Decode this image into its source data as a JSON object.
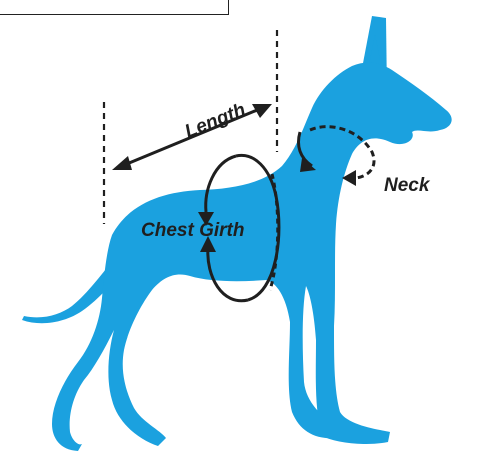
{
  "diagram": {
    "labels": {
      "length": "Length",
      "chest_girth": "Chest Girth",
      "neck": "Neck"
    },
    "colors": {
      "dog": "#1ba1df",
      "lines": "#1f1f1f",
      "background": "#ffffff"
    }
  }
}
